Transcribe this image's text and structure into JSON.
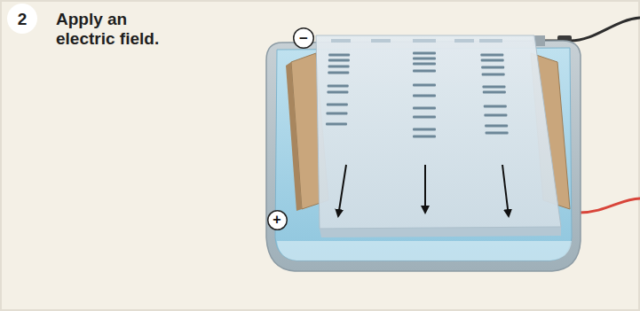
{
  "diagram": {
    "nodes": [
      {
        "text": [
          "2"
        ]
      },
      {
        "text": [
          "−"
        ]
      },
      {
        "text": [
          "+"
        ]
      }
    ],
    "labels": [
      "Apply an electric field."
    ]
  }
}
